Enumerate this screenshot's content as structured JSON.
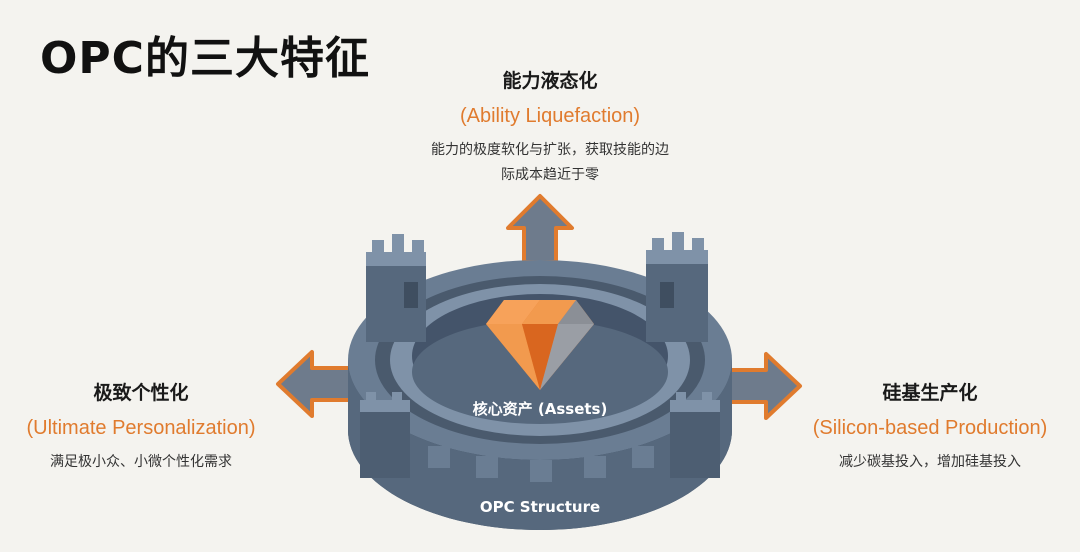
{
  "title": "OPC的三大特征",
  "top": {
    "heading": "能力液态化",
    "subtitle": "(Ability Liquefaction)",
    "desc_line1": "能力的极度软化与扩张，获取技能的边",
    "desc_line2": "际成本趋近于零"
  },
  "left": {
    "heading": "极致个性化",
    "subtitle": "(Ultimate Personalization)",
    "desc": "满足极小众、小微个性化需求"
  },
  "right": {
    "heading": "硅基生产化",
    "subtitle": "(Silicon-based Production)",
    "desc": "减少碳基投入，增加硅基投入"
  },
  "diagram": {
    "core_label": "核心资产 (Assets)",
    "structure_label": "OPC Structure",
    "colors": {
      "wall": "#5c6f85",
      "wall_dark": "#3f4e60",
      "wall_light": "#7f92a8",
      "arrow": "#6e7b8c",
      "arrow_outline": "#e07b2e",
      "gem_light": "#f7a25a",
      "gem_mid": "#e8792a",
      "gem_dark": "#b9531a",
      "gem_gray": "#8b8f96"
    }
  }
}
